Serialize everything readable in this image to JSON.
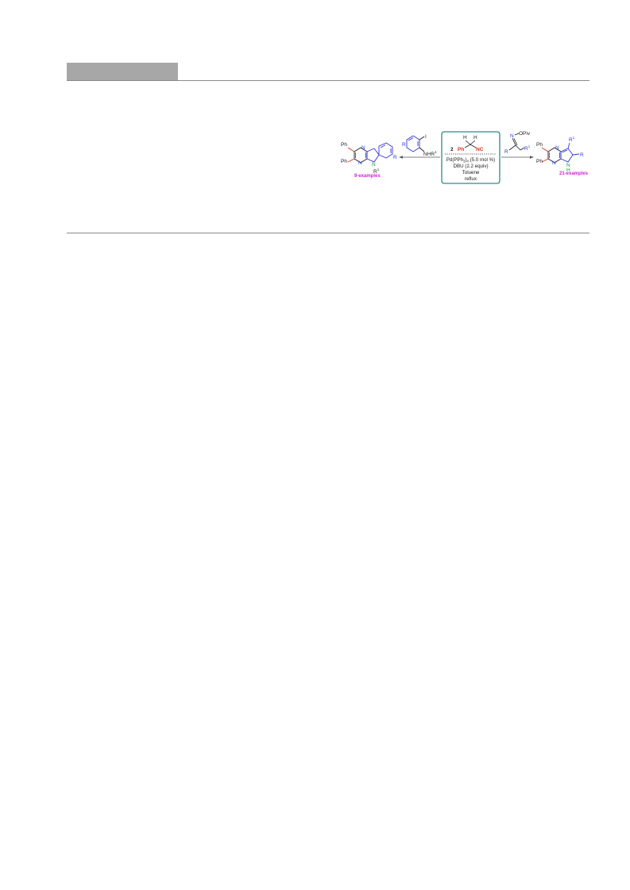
{
  "colors": {
    "bond": "#1a1a1a",
    "ring_blue": "#2f35d6",
    "pyrazine_red": "#d93020",
    "nitrogen_blue": "#2a3fe0",
    "nh_green": "#1f9a2e",
    "magenta": "#d322d3",
    "box_border": "#2c8a8a",
    "header_gray": "#a7a7a7",
    "rule_gray": "#8a8a8a"
  },
  "scheme": {
    "left_product": {
      "ph_top": "Ph",
      "ph_bottom": "Ph",
      "n_top": "N",
      "n_bottom": "N",
      "n_indole": "N",
      "r_label": "R",
      "r1_label": "R",
      "r1_sup": "1",
      "examples": "9-examples"
    },
    "left_reagent": {
      "i_label": "I",
      "r_label": "R",
      "nhr_label": "NHR",
      "nhr_sup": "1"
    },
    "box": {
      "coeff": "2",
      "h_label": "H",
      "h2_label": "H",
      "ph_label": "Ph",
      "nc_label": "NC",
      "line1_a": "Pd(PPh",
      "line1_sub": "3",
      "line1_b": ")",
      "line1_sub2": "4",
      "line1_c": " (5.0 mol %)",
      "line2": "DBU (2.2 equiv)",
      "line3": "Toluene",
      "line4": "reflux"
    },
    "right_reagent": {
      "n_label": "N",
      "opiv_label": "OPiv",
      "r_label": "R",
      "r1_label": "R",
      "r1_sup": "1"
    },
    "right_product": {
      "ph_top": "Ph",
      "ph_bottom": "Ph",
      "n_top": "N",
      "n_bottom": "N",
      "nh_label": "N",
      "h_label": "H",
      "r_label": "R",
      "r1_label": "R",
      "r1_sup": "1",
      "examples": "21-examples"
    }
  }
}
